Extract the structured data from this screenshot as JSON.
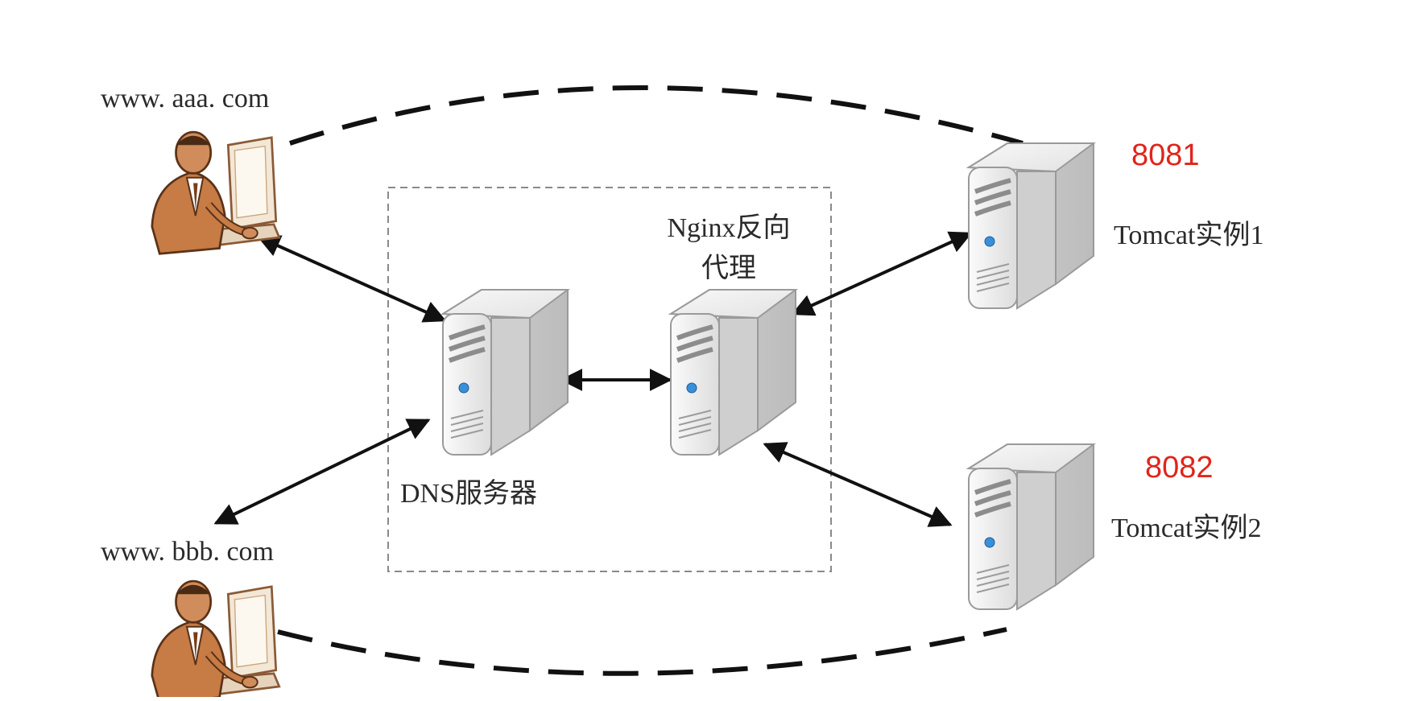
{
  "diagram": {
    "clients": [
      {
        "id": "client-a",
        "host": "www. aaa. com"
      },
      {
        "id": "client-b",
        "host": "www. bbb. com"
      }
    ],
    "boundary_servers": [
      {
        "id": "dns",
        "label": "DNS服务器"
      },
      {
        "id": "nginx",
        "label_line1": "Nginx反向",
        "label_line2": "代理"
      }
    ],
    "backends": [
      {
        "id": "tomcat1",
        "label": "Tomcat实例1",
        "port": "8081"
      },
      {
        "id": "tomcat2",
        "label": "Tomcat实例2",
        "port": "8082"
      }
    ],
    "colors": {
      "port_text": "#e0251b",
      "line": "#111111",
      "boundary": "#888888",
      "server_light": "#f3f3f3",
      "server_mid": "#d6d6d6",
      "server_dark": "#b7b7b7",
      "person_skin": "#c77b45"
    }
  }
}
